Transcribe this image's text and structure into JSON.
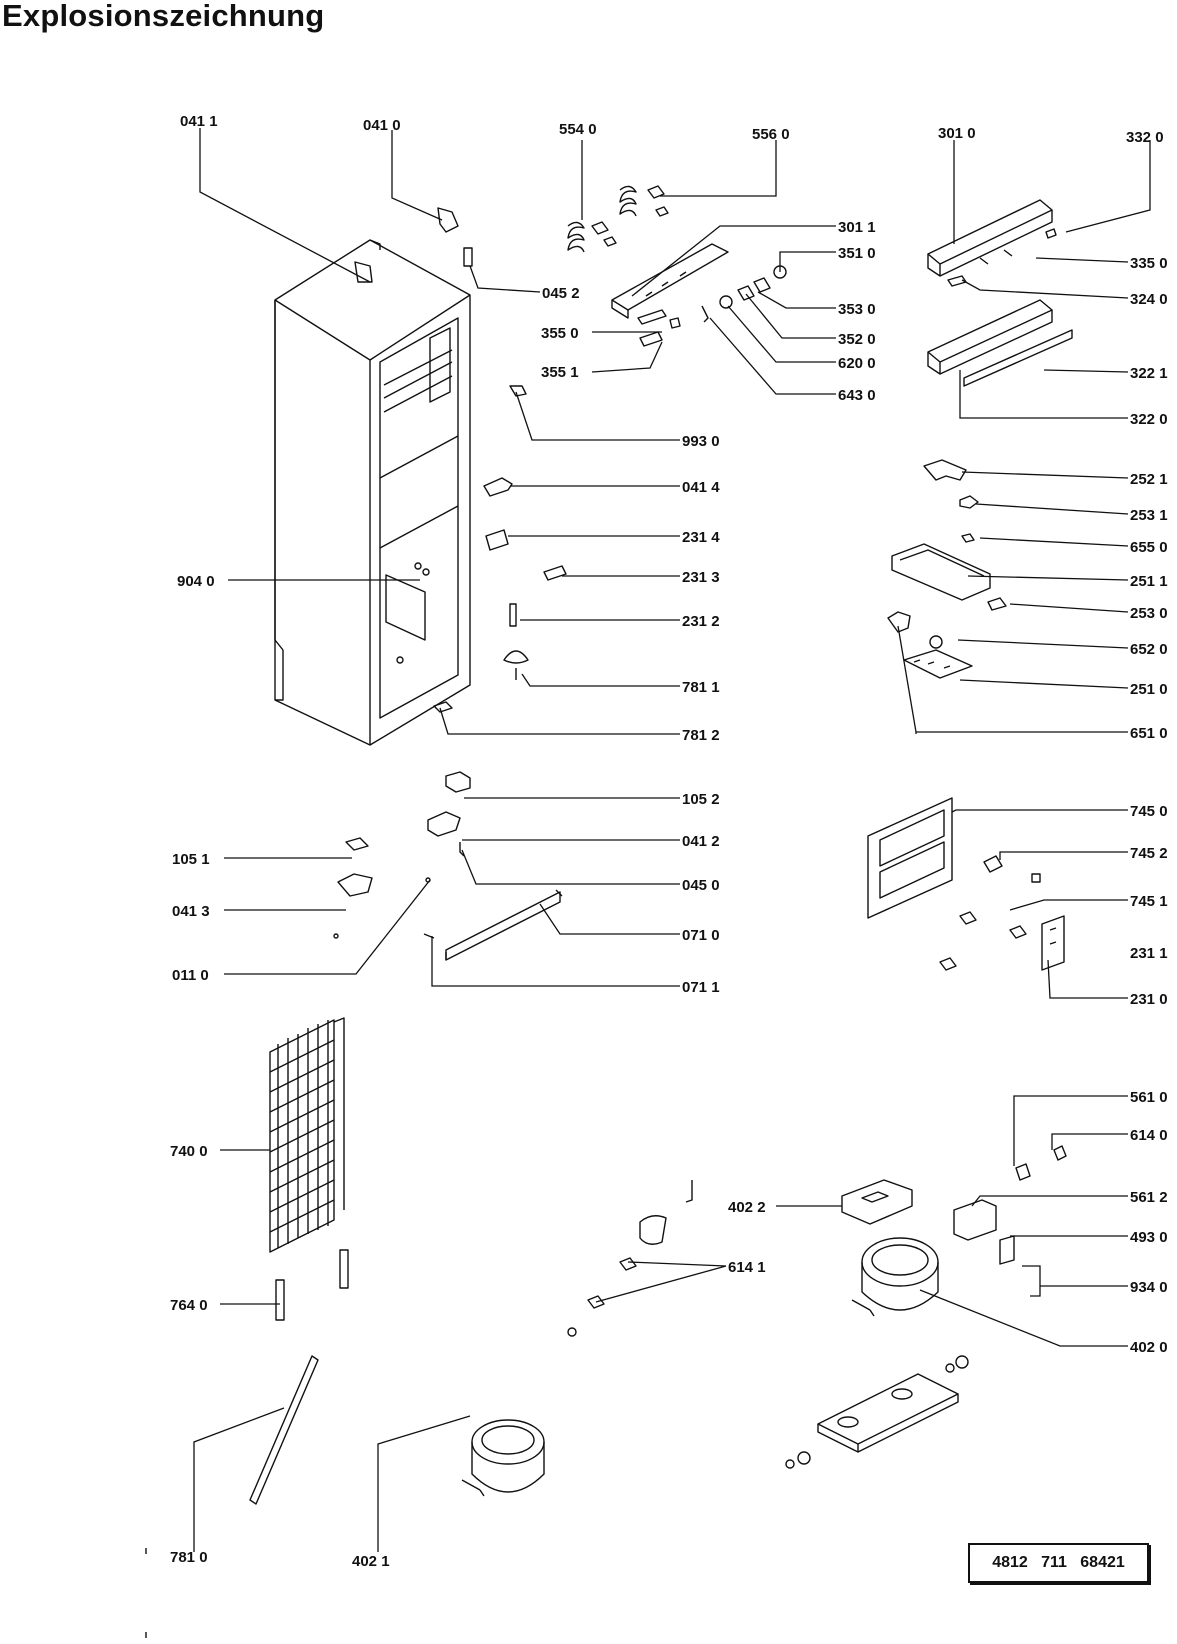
{
  "title": "Explosionszeichnung",
  "reference_number": "4812   711   68421",
  "callouts": [
    "041 1",
    "041 0",
    "554 0",
    "556 0",
    "301 0",
    "332 0",
    "301 1",
    "351 0",
    "335 0",
    "045 2",
    "324 0",
    "353 0",
    "355 0",
    "352 0",
    "355 1",
    "620 0",
    "643 0",
    "322 1",
    "322 0",
    "993 0",
    "041 4",
    "252 1",
    "231 4",
    "253 1",
    "655 0",
    "231 3",
    "251 1",
    "904 0",
    "253 0",
    "231 2",
    "652 0",
    "781 1",
    "251 0",
    "781 2",
    "651 0",
    "105 2",
    "745 0",
    "041 2",
    "105 1",
    "745 2",
    "045 0",
    "041 3",
    "745 1",
    "071 0",
    "231 1",
    "011 0",
    "071 1",
    "231 0",
    "561 0",
    "614 0",
    "740 0",
    "402 2",
    "561 2",
    "614 1",
    "493 0",
    "934 0",
    "764 0",
    "402 0",
    "781 0",
    "402 1"
  ]
}
